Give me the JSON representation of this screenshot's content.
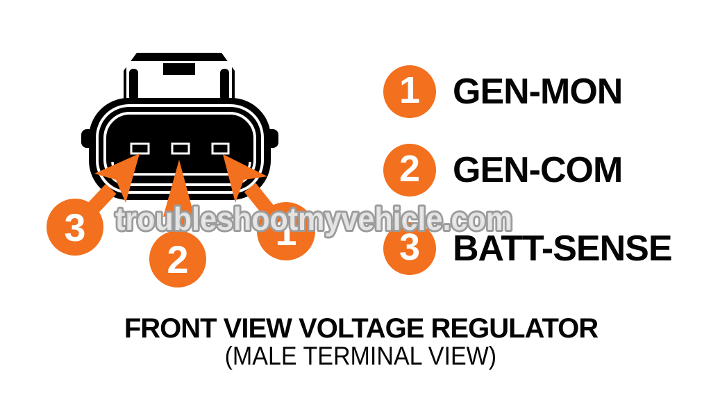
{
  "watermark": {
    "text": "troubleshootmyvehicle.com"
  },
  "diagram": {
    "callouts": [
      {
        "number": "1"
      },
      {
        "number": "2"
      },
      {
        "number": "3"
      }
    ]
  },
  "legend": {
    "items": [
      {
        "number": "1",
        "label": "GEN-MON"
      },
      {
        "number": "2",
        "label": "GEN-COM"
      },
      {
        "number": "3",
        "label": "BATT-SENSE"
      }
    ]
  },
  "caption": {
    "line1": "FRONT VIEW VOLTAGE REGULATOR",
    "line2": "(MALE TERMINAL VIEW)"
  },
  "colors": {
    "accent_orange": "#F3701E",
    "connector_black": "#000000",
    "watermark_outline_gray": "#9C9C9C"
  }
}
